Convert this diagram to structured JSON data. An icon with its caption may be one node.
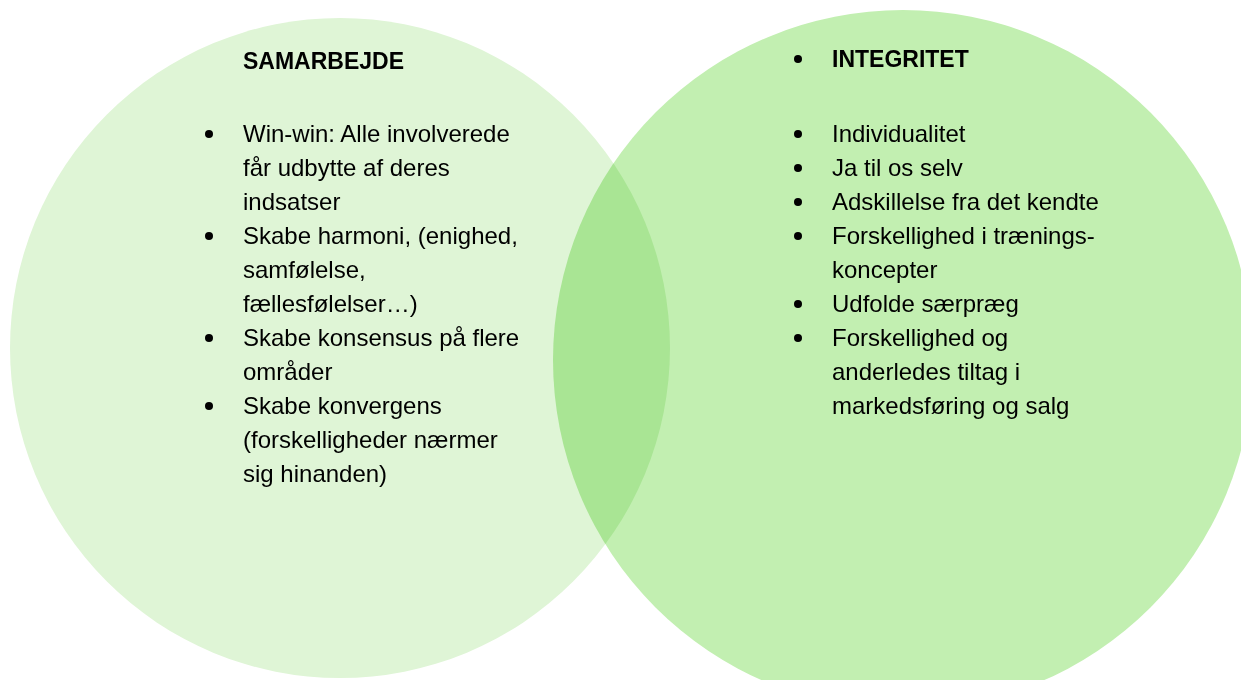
{
  "diagram": {
    "nodes": [
      {
        "text": [
          "SAMARBEJDE",
          "Win-win: Alle involverede får udbytte af deres indsatser",
          "Skabe harmoni, (enighed, samfølelse, fællesfølelser…)",
          "Skabe konsensus på flere områder",
          "Skabe konvergens (forskelligheder nærmer sig hinanden)"
        ]
      },
      {
        "text": [
          "INTEGRITET",
          "Individualitet",
          "Ja til os selv",
          "Adskillelse fra det kendte",
          "Forskellighed i trænings- koncepter",
          "Udfolde særpræg",
          "Forskellighed og anderledes tiltag i markedsføring og salg"
        ]
      }
    ]
  }
}
